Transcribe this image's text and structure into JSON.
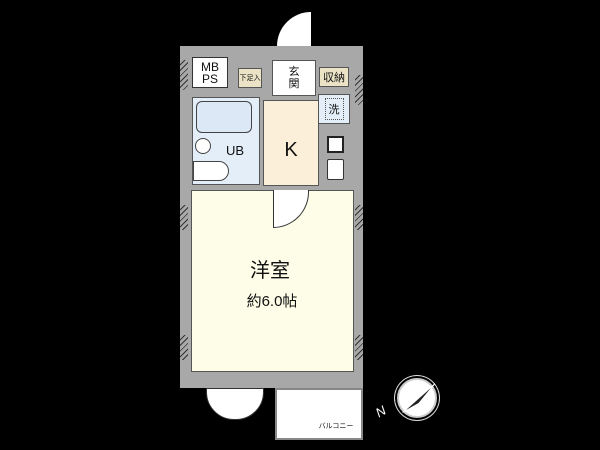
{
  "floorplan": {
    "rooms": {
      "mbps": {
        "label_line1": "MB",
        "label_line2": "PS"
      },
      "shoe_closet": {
        "label": "下足入"
      },
      "entrance": {
        "label_line1": "玄",
        "label_line2": "関"
      },
      "storage": {
        "label": "収納"
      },
      "washer": {
        "label": "洗"
      },
      "unit_bath": {
        "label": "UB"
      },
      "kitchen": {
        "label": "K"
      },
      "western_room": {
        "label": "洋室",
        "size": "約6.0帖"
      },
      "balcony": {
        "label": "バルコニー"
      }
    },
    "compass": {
      "direction_label": "N"
    },
    "colors": {
      "background": "#000000",
      "wall": "#a8a8a8",
      "western_room": "#fdfde8",
      "kitchen": "#fcefd9",
      "bath": "#e3eef9",
      "closet": "#ece3c7",
      "balcony": "#ffffff"
    }
  }
}
